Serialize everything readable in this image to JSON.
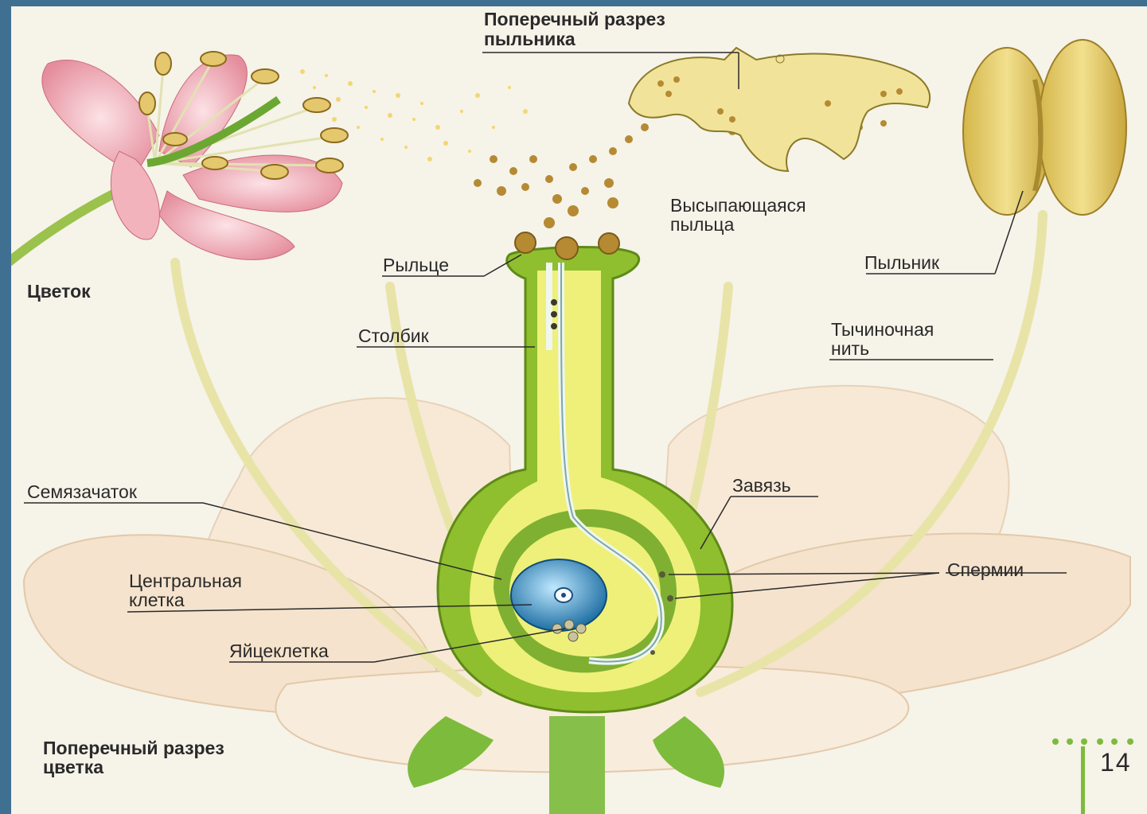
{
  "diagram": {
    "labels": {
      "anther_cross_section_line1": "Поперечный разрез",
      "anther_cross_section_line2": "пыльника",
      "flower": "Цветок",
      "falling_pollen_line1": "Высыпающаяся",
      "falling_pollen_line2": "пыльца",
      "stigma": "Рыльце",
      "style": "Столбик",
      "anther": "Пыльник",
      "filament_line1": "Тычиночная",
      "filament_line2": "нить",
      "ovule": "Семязачаток",
      "ovary": "Завязь",
      "sperm_cells": "Спермии",
      "central_cell_line1": "Центральная",
      "central_cell_line2": "клетка",
      "egg_cell": "Яйцеклетка",
      "flower_cross_section_line1": "Поперечный разрез",
      "flower_cross_section_line2": "цветка"
    },
    "page_number": "14",
    "colors": {
      "frame": "#3f6f91",
      "paper": "#f6f3e9",
      "pistil_green": "#8fbf2e",
      "pistil_yellow": "#eef07a",
      "pollen": "#b58a32",
      "petal_pink": "#ee9fab",
      "anther_yellow": "#e0c65a",
      "cross_petal": "#f6e7d3"
    }
  }
}
